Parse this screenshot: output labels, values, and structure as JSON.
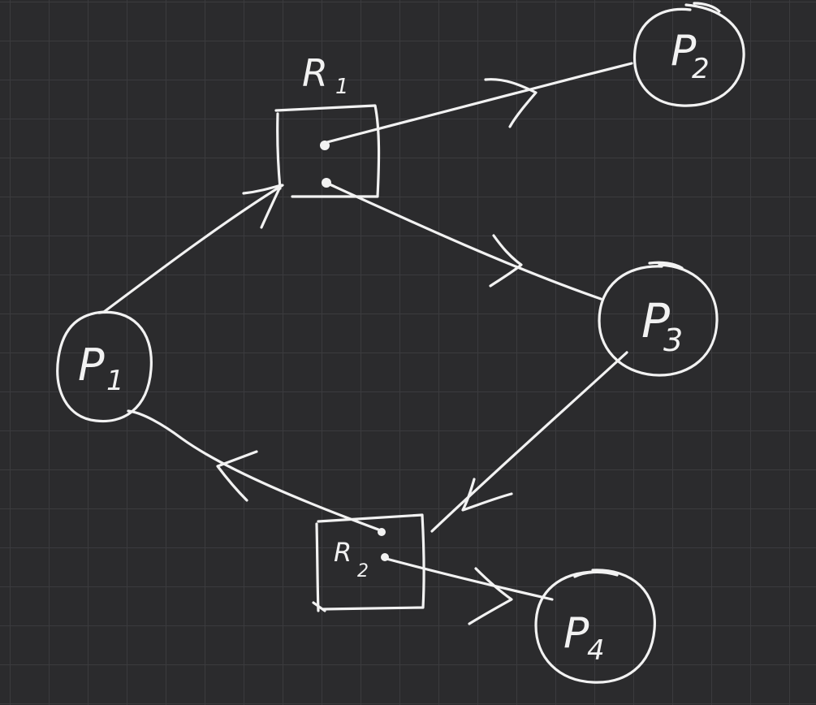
{
  "diagram": {
    "title": "",
    "processes": [
      {
        "id": "p1",
        "letter": "P",
        "index": "1"
      },
      {
        "id": "p2",
        "letter": "P",
        "index": "2"
      },
      {
        "id": "p3",
        "letter": "P",
        "index": "3"
      },
      {
        "id": "p4",
        "letter": "P",
        "index": "4"
      }
    ],
    "resources": [
      {
        "id": "r1",
        "letter": "R",
        "index": "1",
        "instances": 2
      },
      {
        "id": "r2",
        "letter": "R",
        "index": "2",
        "instances": 2
      }
    ],
    "edges": [
      {
        "from": "P1",
        "to": "R1",
        "kind": "request"
      },
      {
        "from": "R1",
        "to": "P2",
        "kind": "assignment"
      },
      {
        "from": "R1",
        "to": "P3",
        "kind": "assignment"
      },
      {
        "from": "P3",
        "to": "R2",
        "kind": "request"
      },
      {
        "from": "R2",
        "to": "P1",
        "kind": "assignment"
      },
      {
        "from": "R2",
        "to": "P4",
        "kind": "assignment"
      }
    ]
  }
}
